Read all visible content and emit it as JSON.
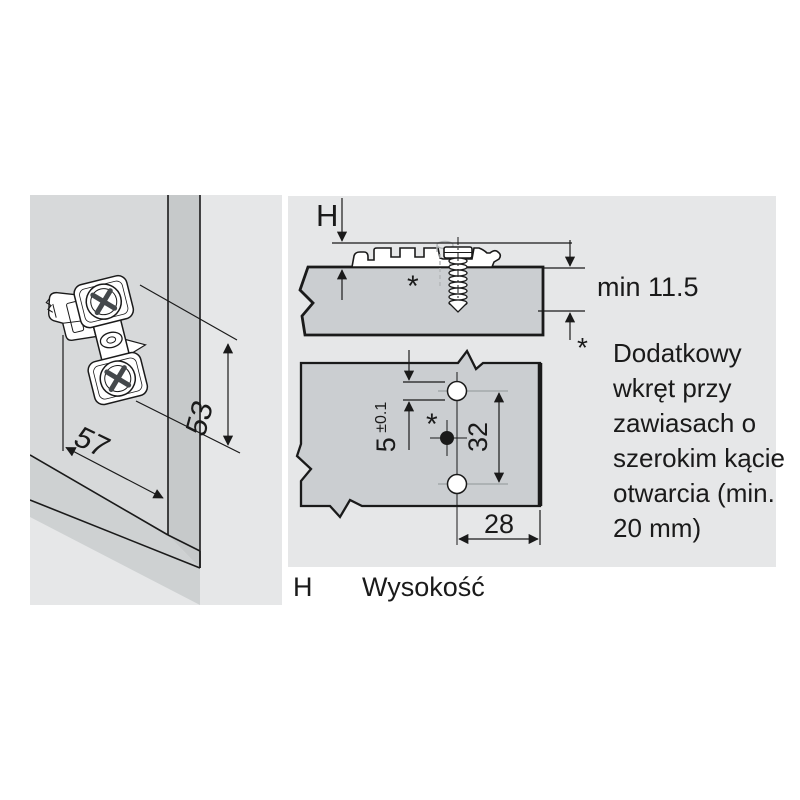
{
  "left_figure": {
    "width_dim": "57",
    "height_dim": "53"
  },
  "side_view": {
    "height_label": "H",
    "min_depth_label": "min 11.5",
    "extra_screw_marker": "*"
  },
  "plan_view": {
    "hole_diameter": "5",
    "hole_diameter_tolerance": "±0.1",
    "hole_spacing": "32",
    "edge_distance": "28",
    "extra_screw_marker": "*"
  },
  "footnote": {
    "marker": "*",
    "text": "Dodatkowy\nwkręt przy\nzawiasach o\nszerokim kącie\notwarcia (min.\n20 mm)"
  },
  "legend": {
    "symbol": "H",
    "definition": "Wysokość"
  },
  "colors": {
    "background": "#ffffff",
    "panel_background": "#e6e7e8",
    "wood_fill": "#cbced1",
    "line": "#1a1a1a"
  }
}
